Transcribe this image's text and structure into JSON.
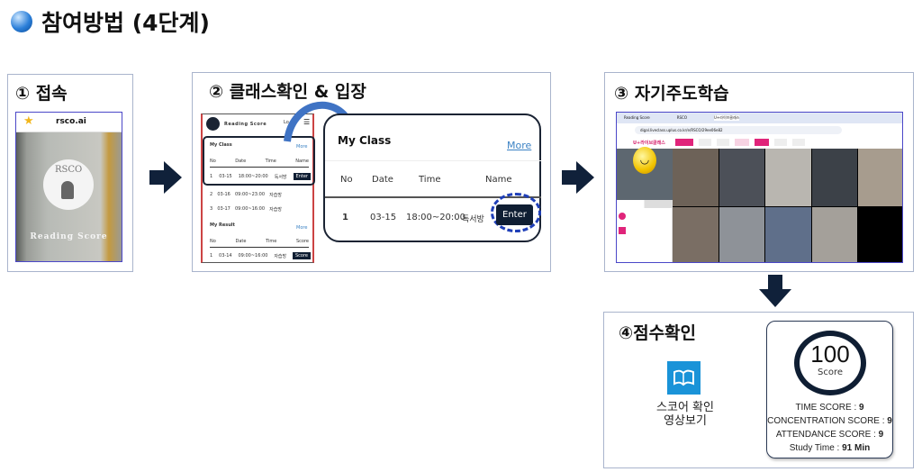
{
  "title": {
    "text": "참여방법 (4단계)",
    "bullet_color": "#2b7fd9"
  },
  "steps": [
    {
      "label": "① 접속",
      "site": "rsco.ai",
      "logo_top": "RSCO",
      "logo_bottom": "Reading Score"
    },
    {
      "label": "② 클래스확인 & 입장",
      "phone": {
        "brand": "Reading Score",
        "login": "Lo",
        "my_class": "My Class",
        "more": "More",
        "headers": [
          "No",
          "Date",
          "Time",
          "Name"
        ],
        "rows": [
          [
            "1",
            "03-15",
            "18:00~20:00",
            "독서방",
            "Enter"
          ],
          [
            "2",
            "03-16",
            "09:00~23:00",
            "자습방",
            ""
          ],
          [
            "3",
            "03-17",
            "09:00~16:00",
            "자습방",
            ""
          ]
        ],
        "my_result": "My Result",
        "result_headers": [
          "No",
          "Date",
          "Time",
          "Score"
        ],
        "result_rows": [
          [
            "1",
            "03-14",
            "09:00~16:00",
            "자습방",
            "Score"
          ]
        ]
      },
      "card": {
        "title": "My Class",
        "more": "More",
        "headers": [
          "No",
          "Date",
          "Time",
          "Name"
        ],
        "row": {
          "no": "1",
          "date": "03-15",
          "time": "18:00~20:00",
          "name": "독서방",
          "button": "Enter"
        }
      }
    },
    {
      "label": "③ 자기주도학습",
      "tabs": [
        "Reading Score",
        "RSCO",
        "U+라이브클래스"
      ],
      "url": "digal.liveclass.uplus.co.kr/e/RSCO/29ee06e82",
      "app": "U+라이브클래스"
    },
    {
      "label": "④점수확인",
      "video_caption_1": "스코어 확인",
      "video_caption_2": "영상보기",
      "score": {
        "value": "100",
        "unit": "Score",
        "lines": [
          {
            "k": "TIME SCORE : ",
            "v": "9"
          },
          {
            "k": "CONCENTRATION SCORE : ",
            "v": "9"
          },
          {
            "k": "ATTENDANCE SCORE : ",
            "v": "9"
          },
          {
            "k": "Study Time : ",
            "v": "91 Min"
          }
        ]
      }
    }
  ],
  "colors": {
    "arrow": "#10213a",
    "button": "#0f1e33",
    "link": "#3b82c4",
    "icon": "#1a93d8"
  }
}
